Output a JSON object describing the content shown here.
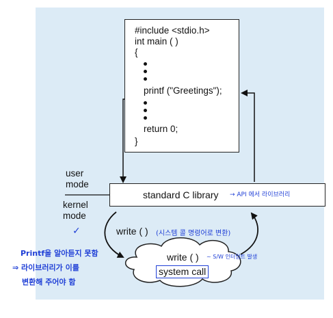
{
  "code": {
    "line1": "#include <stdio.h>",
    "line2": "int main ( )",
    "line3": "{",
    "printf": "printf (\"Greetings\");",
    "return": "return 0;",
    "close": "}"
  },
  "library": {
    "label": "standard C library"
  },
  "modes": {
    "user": "user\nmode",
    "kernel": "kernel\nmode"
  },
  "syscall": {
    "write_top": "write ( )",
    "write_cloud": "write ( )",
    "box": "system call"
  },
  "notes": {
    "api": "→ API 에서 라이브러리",
    "write_note": "(시스템 콜 명령어로 변환)",
    "sw_note": "~ S/W 인터럽트 발생",
    "k_mark": "✓",
    "left_note_1": "Printf을 알아듣지 못함",
    "left_note_2": "⇒ 라이브러리가 이를",
    "left_note_3": "변환해 주어야 함"
  },
  "colors": {
    "panel": "#dcebf6",
    "ink": "#111111",
    "pen": "#1f3fd6"
  }
}
